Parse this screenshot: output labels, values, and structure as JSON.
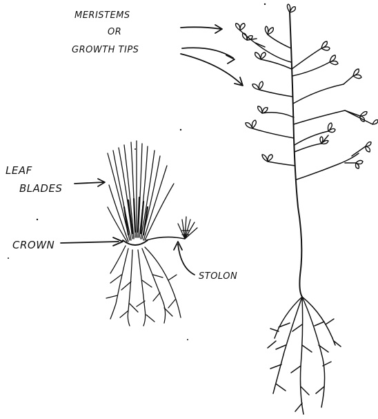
{
  "labels": {
    "meristems_line1": "MERISTEMS",
    "meristems_line2": "OR",
    "meristems_line3": "GROWTH TIPS",
    "leaf_line1": "LEAF",
    "leaf_line2": "BLADES",
    "crown": "CROWN",
    "stolon": "STOLON"
  },
  "colors": {
    "ink": "#111111",
    "paper": "#ffffff"
  }
}
